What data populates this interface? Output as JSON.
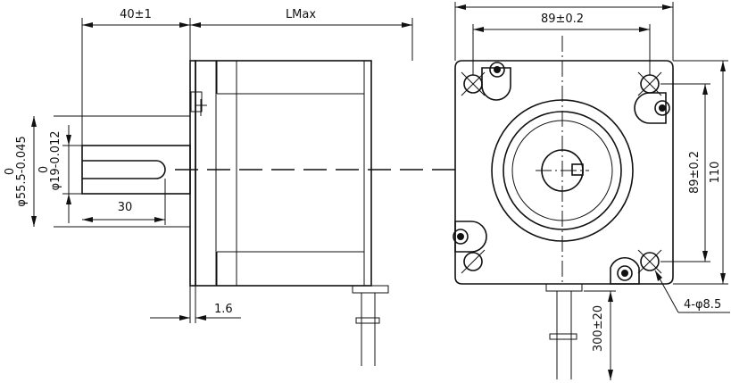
{
  "dimensions": {
    "shaft_length": "40±1",
    "body_length": "LMax",
    "bolt_spacing_horizontal": "89±0.2",
    "bolt_spacing_vertical": "89±0.2",
    "flange_size": "110",
    "pilot_diameter_upper": "0",
    "pilot_diameter": "φ55.5-0.045",
    "shaft_diameter_upper": "0",
    "shaft_diameter": "φ19-0.012",
    "key_length": "30",
    "flange_thickness": "1.6",
    "mounting_holes": "4-φ8.5",
    "lead_length": "300±20"
  }
}
